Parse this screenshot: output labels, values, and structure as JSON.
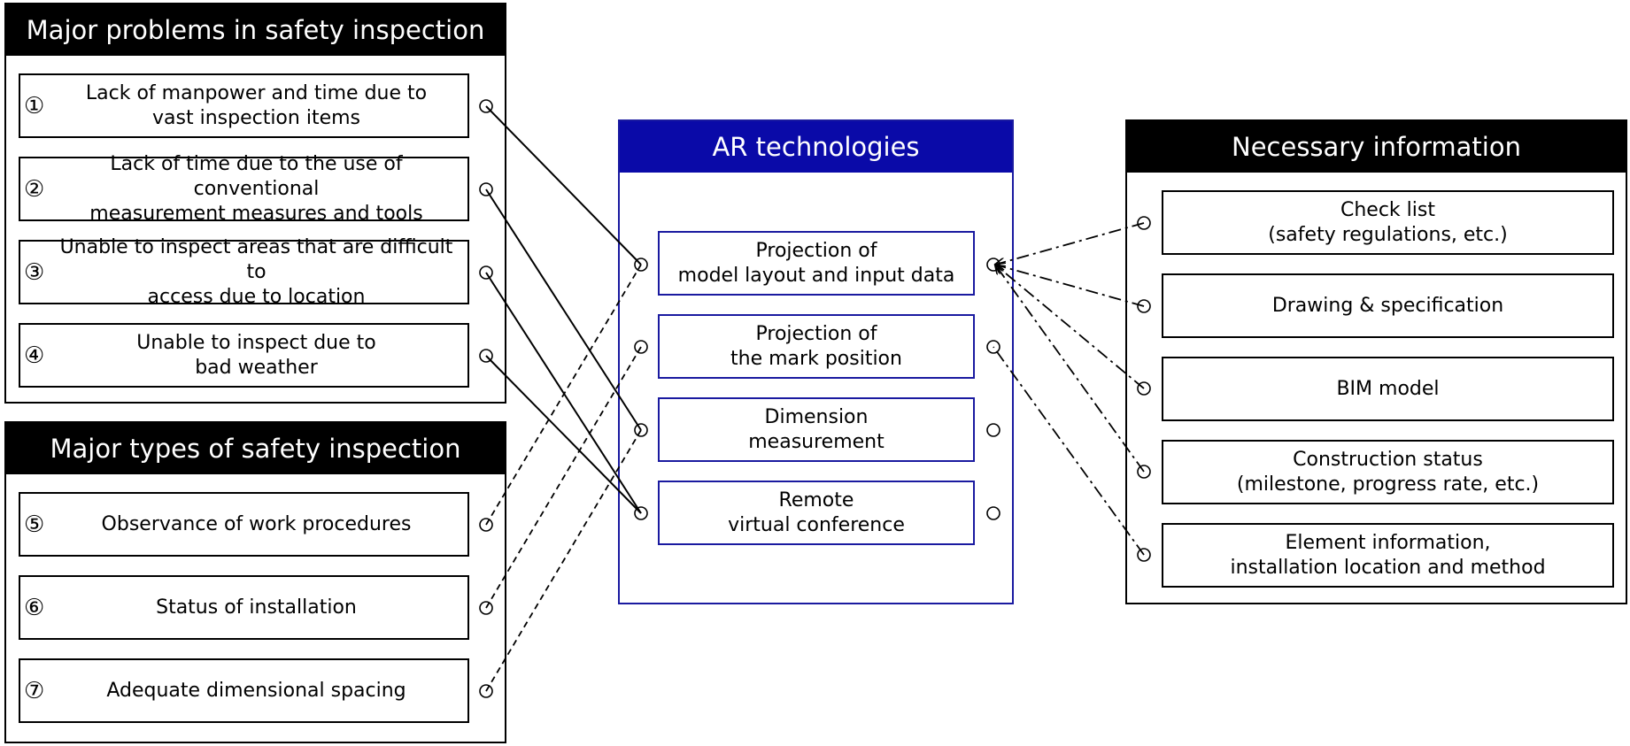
{
  "problems": {
    "title": "Major problems in safety inspection",
    "items": [
      {
        "num": "①",
        "text": "Lack of manpower and time due to\nvast inspection items"
      },
      {
        "num": "②",
        "text": "Lack of time due to the use of conventional\nmeasurement measures and tools"
      },
      {
        "num": "③",
        "text": "Unable to inspect areas that are difficult to\naccess due to location"
      },
      {
        "num": "④",
        "text": "Unable to inspect due to\nbad weather"
      }
    ]
  },
  "types": {
    "title": "Major types of safety inspection",
    "items": [
      {
        "num": "⑤",
        "text": "Observance of work procedures"
      },
      {
        "num": "⑥",
        "text": "Status of installation"
      },
      {
        "num": "⑦",
        "text": "Adequate dimensional spacing"
      }
    ]
  },
  "ar": {
    "title": "AR technologies",
    "items": [
      {
        "text": "Projection of\nmodel layout and input data"
      },
      {
        "text": "Projection of\nthe mark position"
      },
      {
        "text": "Dimension\nmeasurement"
      },
      {
        "text": "Remote\nvirtual conference"
      }
    ]
  },
  "info": {
    "title": "Necessary information",
    "items": [
      {
        "text": "Check list\n(safety regulations, etc.)"
      },
      {
        "text": "Drawing & specification"
      },
      {
        "text": "BIM model"
      },
      {
        "text": "Construction status\n(milestone, progress rate, etc.)"
      },
      {
        "text": "Element information,\ninstallation location and method"
      }
    ]
  },
  "colors": {
    "header_black": "#000000",
    "header_blue": "#0a0aa8",
    "ar_border": "#1a1aa0"
  }
}
